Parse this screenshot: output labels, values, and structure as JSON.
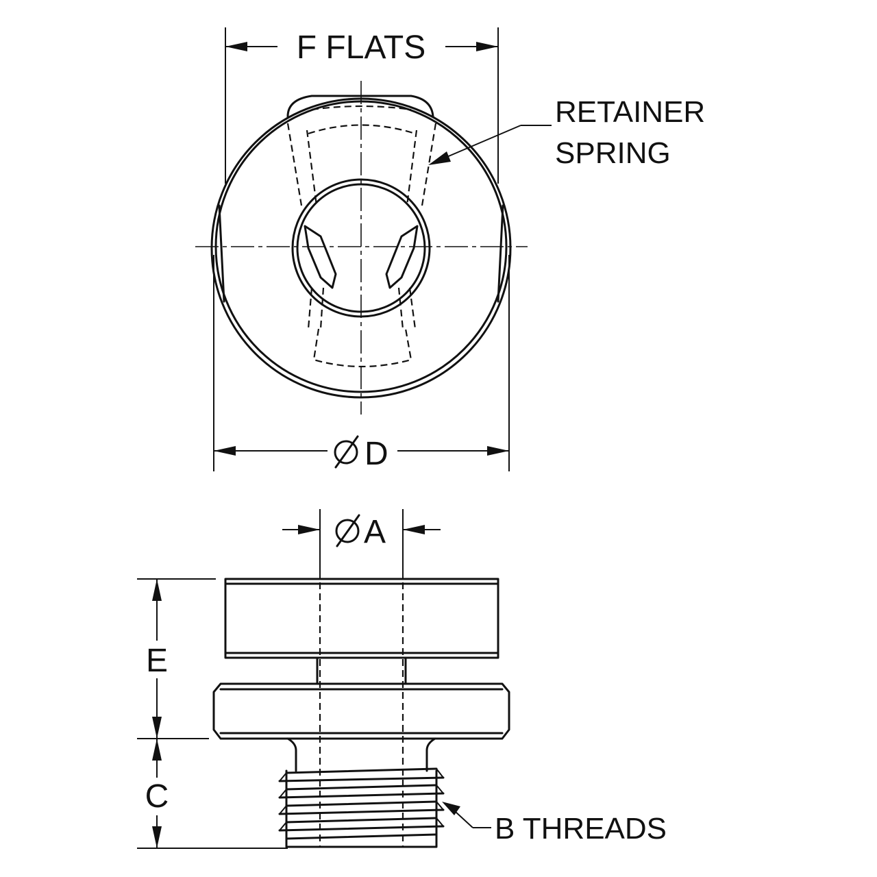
{
  "labels": {
    "flats": "F  FLATS",
    "retainer_line1": "RETAINER",
    "retainer_line2": "SPRING",
    "dia_d": "D",
    "dia_a": "A",
    "dim_e": "E",
    "dim_c": "C",
    "threads": "B THREADS"
  },
  "colors": {
    "line": "#111111",
    "background": "#ffffff"
  },
  "icons": {
    "diameter": "diameter-symbol"
  }
}
